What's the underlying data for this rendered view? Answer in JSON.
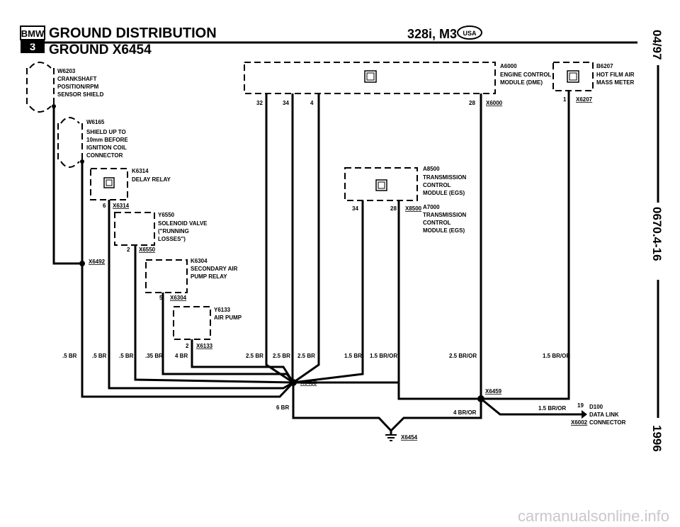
{
  "header": {
    "brand_logo": "BMW",
    "series_logo": "3",
    "title": "GROUND DISTRIBUTION",
    "subtitle": "GROUND X6454",
    "model": "328i, M3",
    "market_badge": "USA"
  },
  "side": {
    "date": "04/97",
    "code": "0670.4-16",
    "year": "1996"
  },
  "components": {
    "w6203": {
      "id": "W6203",
      "lines": [
        "CRANKSHAFT",
        "POSITION/RPM",
        "SENSOR SHIELD"
      ]
    },
    "w6165": {
      "id": "W6165",
      "lines": [
        "SHIELD UP TO",
        "10mm BEFORE",
        "IGNITION COIL",
        "CONNECTOR"
      ]
    },
    "k6314": {
      "id": "K6314",
      "lines": [
        "DELAY RELAY"
      ],
      "pin": "6",
      "conn": "X6314"
    },
    "y6550": {
      "id": "Y6550",
      "lines": [
        "SOLENOID VALVE",
        "(\"RUNNING",
        "LOSSES\")"
      ],
      "pin": "2",
      "conn": "X6550"
    },
    "k6304": {
      "id": "K6304",
      "lines": [
        "SECONDARY AIR",
        "PUMP RELAY"
      ],
      "pin": "5",
      "conn": "X6304"
    },
    "y6133": {
      "id": "Y6133",
      "lines": [
        "AIR PUMP"
      ],
      "pin": "2",
      "conn": "X6133"
    },
    "a6000": {
      "id": "A6000",
      "lines": [
        "ENGINE CONTROL",
        "MODULE (DME)"
      ],
      "pins": [
        "32",
        "34",
        "4",
        "28"
      ],
      "conn": "X6000"
    },
    "b6207": {
      "id": "B6207",
      "lines": [
        "HOT FILM AIR",
        "MASS METER"
      ],
      "pin": "1",
      "conn": "X6207"
    },
    "a8500": {
      "id": "A8500",
      "lines": [
        "TRANSMISSION",
        "CONTROL",
        "MODULE (EGS)"
      ],
      "pins": [
        "34",
        "28"
      ],
      "conn": "X8500"
    },
    "a7000": {
      "id": "A7000",
      "lines": [
        "TRANSMISSION",
        "CONTROL",
        "MODULE (EGS)"
      ]
    },
    "d100": {
      "id": "D100",
      "lines": [
        "DATA LINK",
        "CONNECTOR"
      ],
      "pin": "19",
      "conn": "X6002"
    }
  },
  "connectors": {
    "x6492": "X6492",
    "x6458": "X6458",
    "x6459": "X6459",
    "x6454": "X6454"
  },
  "wires": {
    "w1": ".5 BR",
    "w2": ".5 BR",
    "w3": ".5 BR",
    "w4": ".35 BR",
    "w5": "4 BR",
    "w6": "2.5 BR",
    "w7": "2.5 BR",
    "w8": "2.5 BR",
    "w9": "1.5 BR",
    "w10": "1.5 BR/OR",
    "w11": "2.5 BR/OR",
    "w12": "1.5 BR/OR",
    "w13": "1.5 BR/OR",
    "w14": "6 BR",
    "w15": "4 BR/OR"
  },
  "footer": {
    "watermark": "carmanualsonline.info"
  }
}
